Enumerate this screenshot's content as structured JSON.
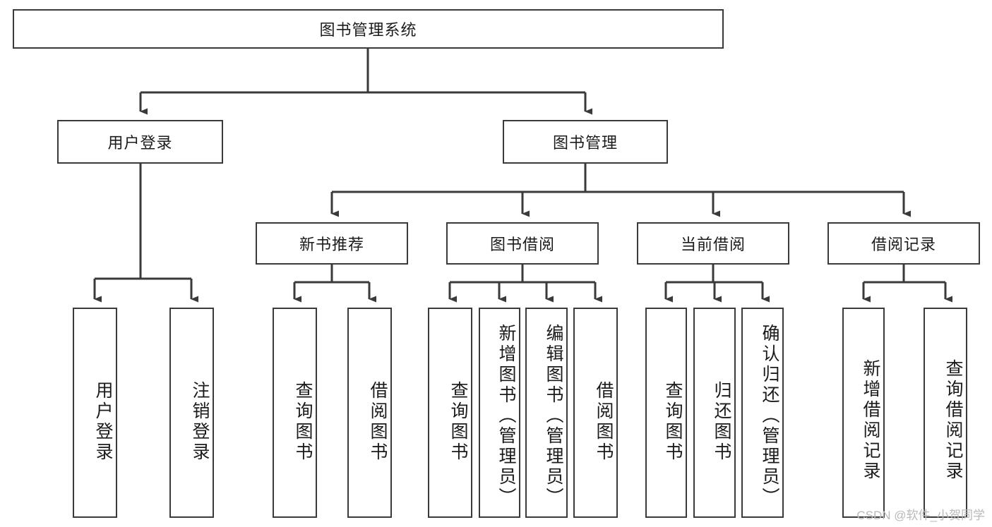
{
  "diagram": {
    "type": "tree-hierarchy-chart",
    "title_node": {
      "label": "图书管理系统"
    },
    "level2": [
      {
        "id": "user-login",
        "label": "用户登录"
      },
      {
        "id": "book-management",
        "label": "图书管理"
      }
    ],
    "level3": [
      {
        "id": "new-book-recommend",
        "label": "新书推荐"
      },
      {
        "id": "book-borrow",
        "label": "图书借阅"
      },
      {
        "id": "current-borrow",
        "label": "当前借阅"
      },
      {
        "id": "borrow-record",
        "label": "借阅记录"
      }
    ],
    "leaves": {
      "user_login": [
        {
          "id": "leaf-user-login",
          "label": "用户登录"
        },
        {
          "id": "leaf-logout-login",
          "label": "注销登录"
        }
      ],
      "new_book_recommend": [
        {
          "id": "leaf-query-book-1",
          "label": "查询图书"
        },
        {
          "id": "leaf-borrow-book-1",
          "label": "借阅图书"
        }
      ],
      "book_borrow": [
        {
          "id": "leaf-query-book-2",
          "label": "查询图书"
        },
        {
          "id": "leaf-add-book",
          "label": "新增图书（管理员）"
        },
        {
          "id": "leaf-edit-book",
          "label": "编辑图书（管理员）"
        },
        {
          "id": "leaf-borrow-book-2",
          "label": "借阅图书"
        }
      ],
      "current_borrow": [
        {
          "id": "leaf-query-book-3",
          "label": "查询图书"
        },
        {
          "id": "leaf-return-book",
          "label": "归还图书"
        },
        {
          "id": "leaf-confirm-return",
          "label": "确认归还（管理员）"
        }
      ],
      "borrow_record": [
        {
          "id": "leaf-add-borrow-record",
          "label": "新增借阅记录"
        },
        {
          "id": "leaf-query-borrow-record",
          "label": "查询借阅记录"
        }
      ]
    },
    "colors": {
      "stroke": "#3a3a3a",
      "fill": "#ffffff",
      "text": "#1b1b1b",
      "watermark": "#b9b9b9"
    }
  },
  "watermark": {
    "text": "CSDN @软件_小贺同学"
  }
}
